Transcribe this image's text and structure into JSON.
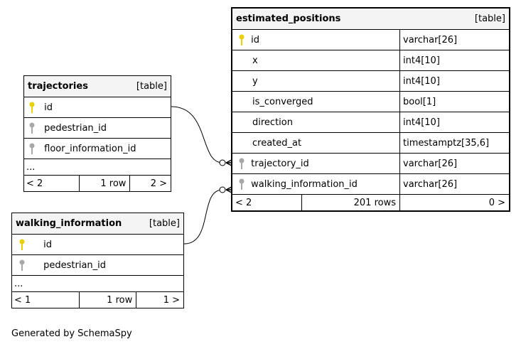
{
  "tables": {
    "trajectories": {
      "name": "trajectories",
      "type": "[table]",
      "columns": [
        {
          "name": "id",
          "key": "primary-key-icon"
        },
        {
          "name": "pedestrian_id",
          "key": "foreign-key-icon"
        },
        {
          "name": "floor_information_id",
          "key": "foreign-key-icon"
        }
      ],
      "ellipsis": "...",
      "footer": {
        "left": "< 2",
        "middle": "1 row",
        "right": "2 >"
      }
    },
    "walking_information": {
      "name": "walking_information",
      "type": "[table]",
      "columns": [
        {
          "name": "id",
          "key": "primary-key-icon"
        },
        {
          "name": "pedestrian_id",
          "key": "foreign-key-icon"
        }
      ],
      "ellipsis": "...",
      "footer": {
        "left": "< 1",
        "middle": "1 row",
        "right": "1 >"
      }
    },
    "estimated_positions": {
      "name": "estimated_positions",
      "type": "[table]",
      "columns": [
        {
          "name": "id",
          "key": "primary-key-icon",
          "datatype": "varchar[26]"
        },
        {
          "name": "x",
          "key": "",
          "datatype": "int4[10]"
        },
        {
          "name": "y",
          "key": "",
          "datatype": "int4[10]"
        },
        {
          "name": "is_converged",
          "key": "",
          "datatype": "bool[1]"
        },
        {
          "name": "direction",
          "key": "",
          "datatype": "int4[10]"
        },
        {
          "name": "created_at",
          "key": "",
          "datatype": "timestamptz[35,6]"
        },
        {
          "name": "trajectory_id",
          "key": "foreign-key-icon",
          "datatype": "varchar[26]"
        },
        {
          "name": "walking_information_id",
          "key": "foreign-key-icon",
          "datatype": "varchar[26]"
        }
      ],
      "footer": {
        "left": "< 2",
        "middle": "201 rows",
        "right": "0 >"
      }
    }
  },
  "relationships": [
    {
      "from": "trajectories.id",
      "to": "estimated_positions.trajectory_id"
    },
    {
      "from": "walking_information.id",
      "to": "estimated_positions.walking_information_id"
    }
  ],
  "colors": {
    "primary_key": "#e8d100",
    "foreign_key": "#a8a8a8",
    "header_bg": "#f4f4f4"
  },
  "footer_text": "Generated by SchemaSpy"
}
